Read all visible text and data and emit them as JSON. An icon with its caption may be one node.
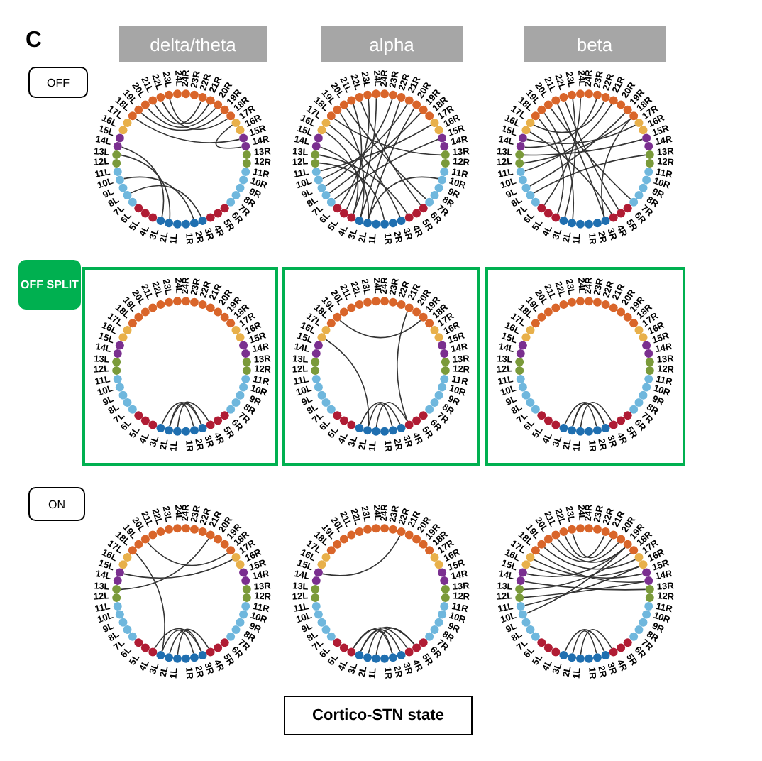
{
  "diagram": {
    "nodes": [
      {
        "text": [
          "delta/theta"
        ]
      },
      {
        "text": [
          "alpha"
        ]
      },
      {
        "text": [
          "beta"
        ]
      },
      {
        "text": [
          "OFF"
        ]
      },
      {
        "text": [
          "OFF SPLIT"
        ]
      },
      {
        "text": [
          "ON"
        ]
      },
      {
        "text": [
          "Cortico-STN state"
        ]
      }
    ],
    "edges": [],
    "labels": [
      "C",
      "1L",
      "2L",
      "3L",
      "4L",
      "5L",
      "6L",
      "7L",
      "8L",
      "9L",
      "10L",
      "11L",
      "12L",
      "13L",
      "14L",
      "15L",
      "16L",
      "17L",
      "18L",
      "19L",
      "20L",
      "21L",
      "22L",
      "23L",
      "24L",
      "1R",
      "2R",
      "3R",
      "4R",
      "5R",
      "6R",
      "7R",
      "8R",
      "9R",
      "10R",
      "11R",
      "12R",
      "13R",
      "14R",
      "15R",
      "16R",
      "17R",
      "18R",
      "19R",
      "20R",
      "21R",
      "22R",
      "23R",
      "24R",
      "1L",
      "2L",
      "3L",
      "4L",
      "5L",
      "6L",
      "7L",
      "8L",
      "9L",
      "10L",
      "11L",
      "12L",
      "13L",
      "14L",
      "15L",
      "16L",
      "17L",
      "18L",
      "19L",
      "20L",
      "21L",
      "22L",
      "23L",
      "24L",
      "1R",
      "2R",
      "3R",
      "4R",
      "5R",
      "6R",
      "7R",
      "8R",
      "9R",
      "10R",
      "11R",
      "12R",
      "13R",
      "14R",
      "15R",
      "16R",
      "17R",
      "18R",
      "19R",
      "20R",
      "21R",
      "22R",
      "23R",
      "24R",
      "1L",
      "2L",
      "3L",
      "4L",
      "5L",
      "6L",
      "7L",
      "8L",
      "9L",
      "10L",
      "11L",
      "12L",
      "13L",
      "14L",
      "15L",
      "16L",
      "17L",
      "18L",
      "19L",
      "20L",
      "21L",
      "22L",
      "23L",
      "24L",
      "1R",
      "2R",
      "3R",
      "4R",
      "5R",
      "6R",
      "7R",
      "8R",
      "9R",
      "10R",
      "11R",
      "12R",
      "13R",
      "14R",
      "15R",
      "16R",
      "17R",
      "18R",
      "19R",
      "20R",
      "21R",
      "22R",
      "23R",
      "24R",
      "1L",
      "2L",
      "3L",
      "4L",
      "5L",
      "6L",
      "7L",
      "8L",
      "9L",
      "10L",
      "11L",
      "12L",
      "13L",
      "14L",
      "15L",
      "16L",
      "17L",
      "18L",
      "19L",
      "20L",
      "21L",
      "22L",
      "23L",
      "24L",
      "1R",
      "2R",
      "3R",
      "4R",
      "5R",
      "6R",
      "7R",
      "8R",
      "9R",
      "10R",
      "11R",
      "12R",
      "13R",
      "14R",
      "15R",
      "16R",
      "17R",
      "18R",
      "19R",
      "20R",
      "21R",
      "22R",
      "23R",
      "24R",
      "1L",
      "2L",
      "3L",
      "4L",
      "5L",
      "6L",
      "7L",
      "8L",
      "9L",
      "10L",
      "11L",
      "12L",
      "13L",
      "14L",
      "15L",
      "16L",
      "17L",
      "18L",
      "19L",
      "20L",
      "21L",
      "22L",
      "23L",
      "24L",
      "1R",
      "2R",
      "3R",
      "4R",
      "5R",
      "6R",
      "7R",
      "8R",
      "9R",
      "10R",
      "11R",
      "12R",
      "13R",
      "14R",
      "15R",
      "16R",
      "17R",
      "18R",
      "19R",
      "20R",
      "21R",
      "22R",
      "23R",
      "24R",
      "1L",
      "2L",
      "3L",
      "4L",
      "5L",
      "6L",
      "7L",
      "8L",
      "9L",
      "10L",
      "11L",
      "12L",
      "13L",
      "14L",
      "15L",
      "16L",
      "17L",
      "18L",
      "19L",
      "20L",
      "21L",
      "22L",
      "23L",
      "24L",
      "1R",
      "2R",
      "3R",
      "4R",
      "5R",
      "6R",
      "7R",
      "8R",
      "9R",
      "10R",
      "11R",
      "12R",
      "13R",
      "14R",
      "15R",
      "16R",
      "17R",
      "18R",
      "19R",
      "20R",
      "21R",
      "22R",
      "23R",
      "24R",
      "1L",
      "2L",
      "3L",
      "4L",
      "5L",
      "6L",
      "7L",
      "8L",
      "9L",
      "10L",
      "11L",
      "12L",
      "13L",
      "14L",
      "15L",
      "16L",
      "17L",
      "18L",
      "19L",
      "20L",
      "21L",
      "22L",
      "23L",
      "24L",
      "1R",
      "2R",
      "3R",
      "4R",
      "5R",
      "6R",
      "7R",
      "8R",
      "9R",
      "10R",
      "11R",
      "12R",
      "13R",
      "14R",
      "15R",
      "16R",
      "17R",
      "18R",
      "19R",
      "20R",
      "21R",
      "22R",
      "23R",
      "24R",
      "1L",
      "2L",
      "3L",
      "4L",
      "5L",
      "6L",
      "7L",
      "8L",
      "9L",
      "10L",
      "11L",
      "12L",
      "13L",
      "14L",
      "15L",
      "16L",
      "17L",
      "18L",
      "19L",
      "20L",
      "21L",
      "22L",
      "23L",
      "24L",
      "1R",
      "2R",
      "3R",
      "4R",
      "5R",
      "6R",
      "7R",
      "8R",
      "9R",
      "10R",
      "11R",
      "12R",
      "13R",
      "14R",
      "15R",
      "16R",
      "17R",
      "18R",
      "19R",
      "20R",
      "21R",
      "22R",
      "23R",
      "24R",
      "1L",
      "2L",
      "3L",
      "4L",
      "5L",
      "6L",
      "7L",
      "8L",
      "9L",
      "10L",
      "11L",
      "12L",
      "13L",
      "14L",
      "15L",
      "16L",
      "17L",
      "18L",
      "19L",
      "20L",
      "21L",
      "22L",
      "23L",
      "24L",
      "1R",
      "2R",
      "3R",
      "4R",
      "5R",
      "6R",
      "7R",
      "8R",
      "9R",
      "10R",
      "11R",
      "12R",
      "13R",
      "14R",
      "15R",
      "16R",
      "17R",
      "18R",
      "19R",
      "20R",
      "21R",
      "22R",
      "23R",
      "24R"
    ]
  }
}
